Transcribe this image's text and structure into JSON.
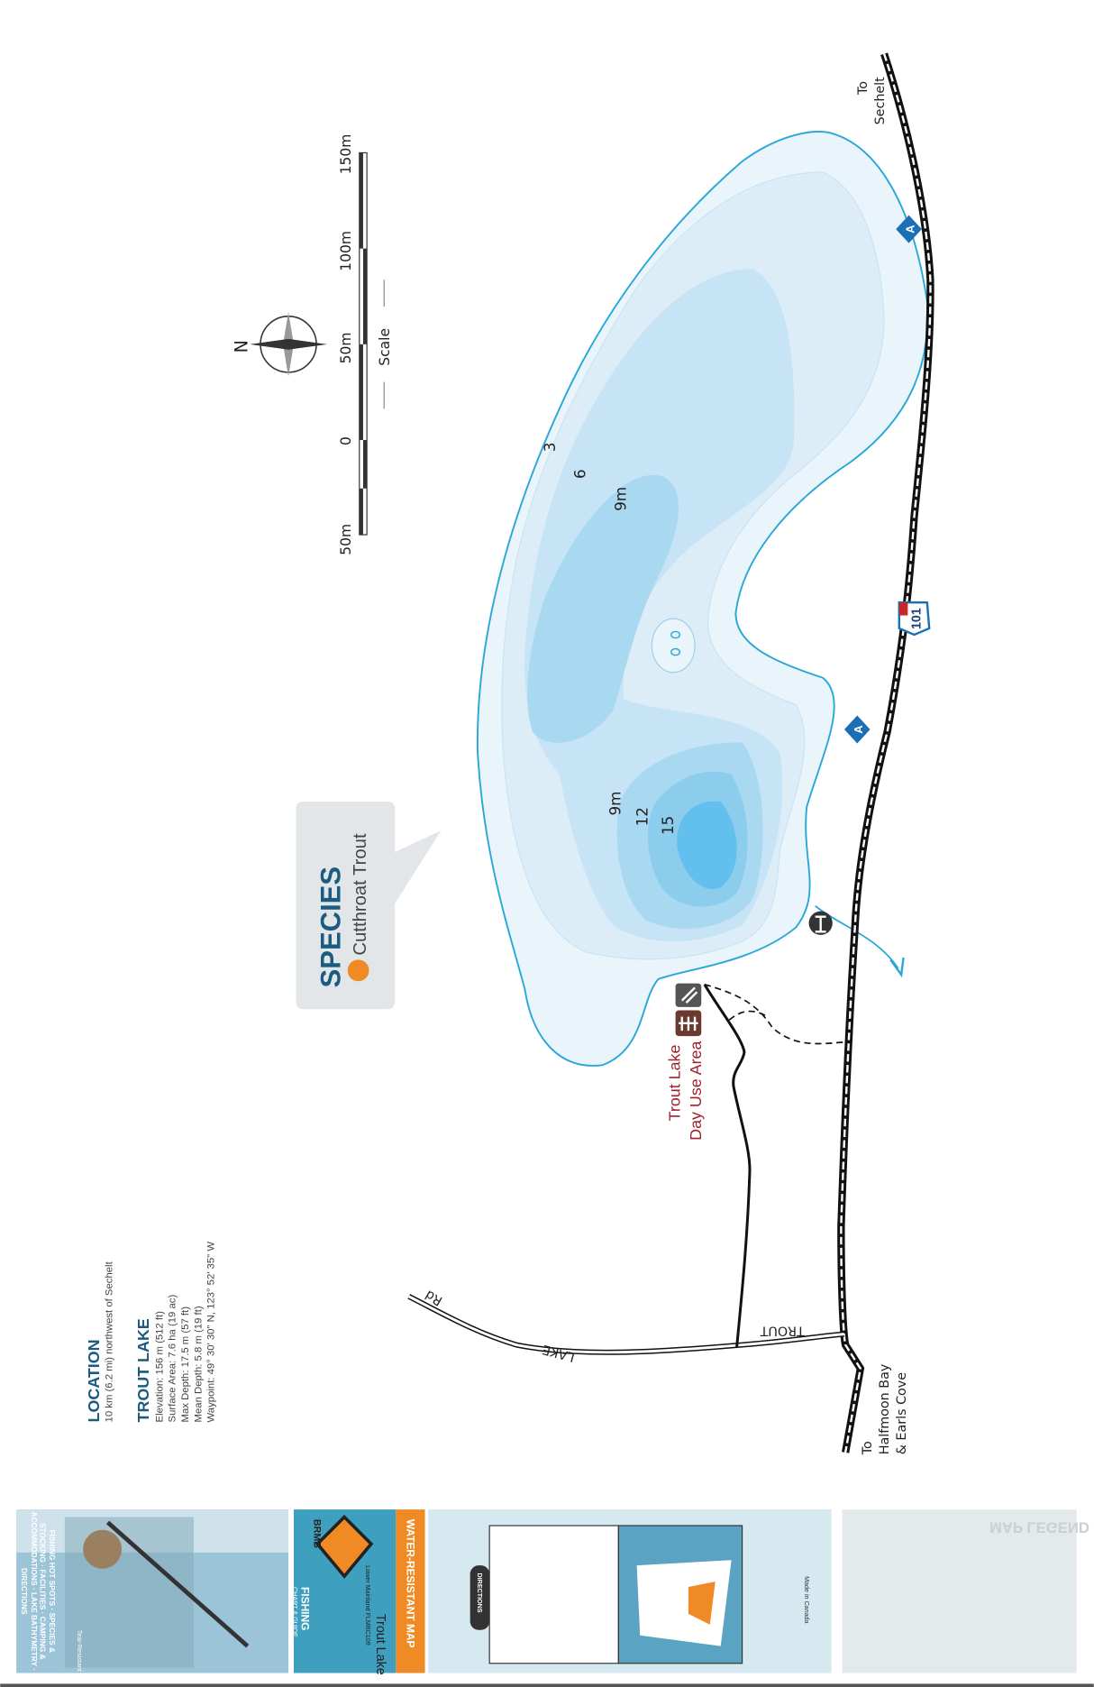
{
  "colors": {
    "shore": "#29a8d8",
    "water_shallow": "#eaf5fb",
    "water_3": "#dcedf8",
    "water_6": "#c6e4f5",
    "water_9": "#a9d8f1",
    "water_12": "#8ccdee",
    "water_15": "#62bfee",
    "brand_blue": "#1b5b7f",
    "accent_orange": "#f08a24",
    "day_use_red": "#a0202a",
    "picnic_brown": "#6b3a2e"
  },
  "compass": {
    "north_label": "N",
    "icon": "compass-rose-icon"
  },
  "scale": {
    "title": "Scale",
    "ticks": [
      "50m",
      "0",
      "50m",
      "100m",
      "150m"
    ]
  },
  "depths": {
    "d3": "3",
    "d6": "6",
    "d9a": "9m",
    "d9b": "9m",
    "d12": "12",
    "d15": "15"
  },
  "species": {
    "title": "SPECIES",
    "fish": "Cutthroat Trout",
    "icon": "fish-icon"
  },
  "places": {
    "to_sechelt_1": "To",
    "to_sechelt_2": "Sechelt",
    "to_halfmoon_1": "To",
    "to_halfmoon_2": "Halfmoon Bay",
    "to_halfmoon_3": "& Earls Cove",
    "day_use_1": "Trout Lake",
    "day_use_2": "Day Use Area",
    "highway": "101",
    "road_trout": "TROUT",
    "road_lake": "LAKE",
    "road_rd": "Rd"
  },
  "info": {
    "location_title": "LOCATION",
    "location_text": "10 km (6.2 mi) northwest of Sechelt",
    "lake_title": "TROUT LAKE",
    "elevation": "Elevation: 156 m (512 ft)",
    "surface": "Surface Area: 7.6 ha (19 ac)",
    "max_depth": "Max Depth: 17.5 m (57 ft)",
    "mean_depth": "Mean Depth: 5.8 m (19 ft)",
    "waypoint": "Waypoint: 49° 30' 30\" N, 123° 52' 35\" W"
  },
  "cover": {
    "tagline": "FISHING HOT SPOTS · SPECIES & STOCKING · FACILITIES · CAMPING & ACCOMMODATIONS · LAKE BATHYMETRY · DIRECTIONS",
    "tear": "Tear-Resistant",
    "fishing": "FISHING",
    "chart_guide": "CHART & GUIDE",
    "brand": "BRMB",
    "lake": "Trout Lake",
    "region": "Lower Mainland FLMBC109",
    "water_resistant": "WATER-RESISTANT MAP",
    "directions": "DIRECTIONS",
    "made_in": "Made in Canada",
    "legend": "MAP LEGEND"
  }
}
